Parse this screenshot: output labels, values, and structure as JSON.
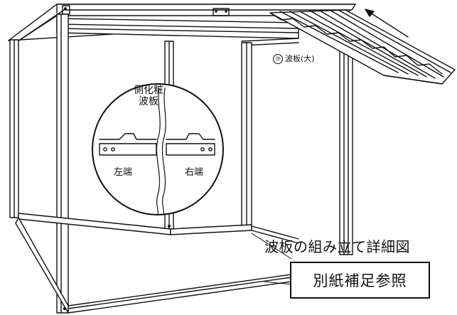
{
  "labels": {
    "part_number": "⑲",
    "part_name": "波板(大)",
    "callout_line1": "側化粧",
    "callout_line2": "波板",
    "left_end": "左端",
    "right_end": "右端",
    "detail_title": "波板の組み立て詳細図",
    "reference_note": "別紙補足参照"
  },
  "colors": {
    "line": "#111111",
    "background": "#ffffff"
  },
  "icons": {
    "direction_arrow": "arrow-icon"
  }
}
